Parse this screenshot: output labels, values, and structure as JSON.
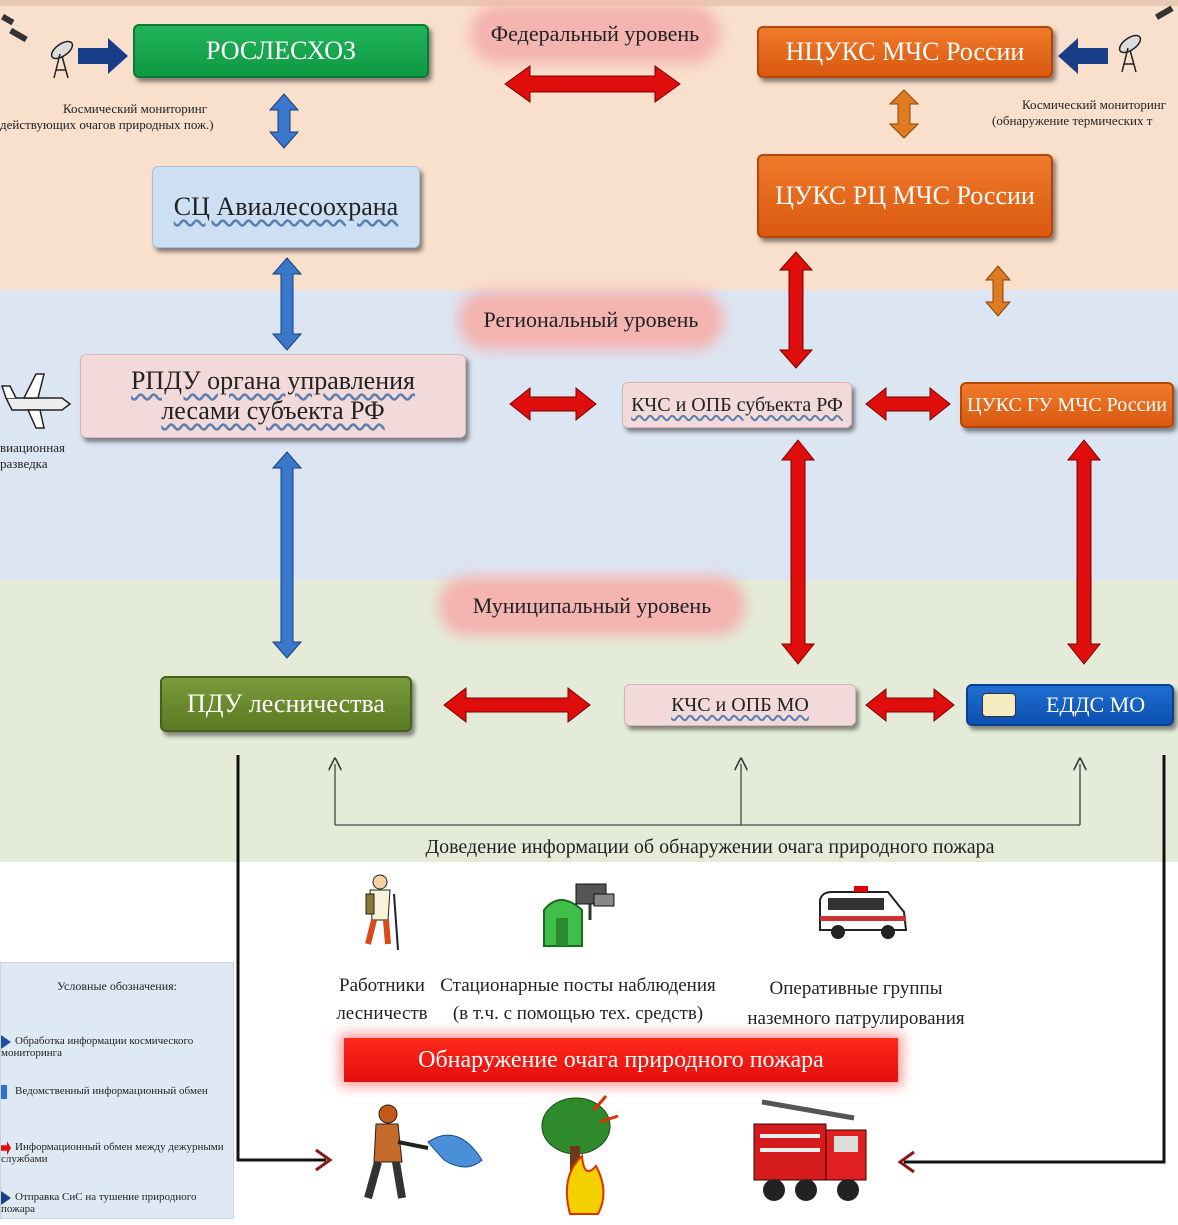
{
  "levels": {
    "federal": "Федеральный уровень",
    "regional": "Региональный уровень",
    "municipal": "Муниципальный уровень"
  },
  "nodes": {
    "rosleshoz": "РОСЛЕСХОЗ",
    "ncuks": "НЦУКС МЧС России",
    "avialesookhrana": "СЦ Авиалесоохрана",
    "cuks_rc": "ЦУКС РЦ МЧС России",
    "rpdu": "РПДУ органа управления лесами субъекта РФ",
    "kchs_subject": "КЧС и ОПБ субъекта РФ",
    "cuks_gu": "ЦУКС ГУ МЧС России",
    "pdu": "ПДУ лесничества",
    "kchs_mo": "КЧС и ОПБ МО",
    "edds": "ЕДДС МО"
  },
  "captions": {
    "space_left": "Космический мониторинг",
    "space_left_sub": "действующих очагов природных пож.)",
    "space_right": "Космический мониторинг",
    "space_right_sub": "(обнаружение термических т",
    "aviation": "виационная",
    "aviation_sub": "разведка",
    "info_delivery": "Доведение информации об обнаружении очага природного пожара",
    "workers": "Работники",
    "workers_sub": "лесничеств",
    "posts": "Стационарные  посты наблюдения",
    "posts_sub": "(в т.ч. с помощью тех. средств)",
    "groups": "Оперативные группы",
    "groups_sub": "наземного патрулирования",
    "detection": "Обнаружение очага природного пожара"
  },
  "legend": {
    "title": "Условные обозначения:",
    "items": [
      {
        "label": "Обработка информации космического мониторинга",
        "color": "#1d4fa8"
      },
      {
        "label": "Ведомственный информационный обмен",
        "color": "#2f6fc9"
      },
      {
        "label": "Информационный обмен между дежурными службами",
        "color": "#e01010"
      },
      {
        "label": "Отправка СиС на тушение природного пожара",
        "color": "#1d3f88"
      }
    ]
  },
  "colors": {
    "red_arrow": "#e00d0d",
    "blue_arrow": "#3a78cc",
    "orange_arrow": "#e07a20",
    "navy_arrow": "#1a3d8a"
  },
  "icons": [
    "satellite-dish-icon",
    "airplane-icon",
    "phone-icon",
    "forest-worker-icon",
    "observation-post-icon",
    "patrol-van-icon",
    "firefighter-icon",
    "burning-tree-icon",
    "fire-truck-icon"
  ]
}
